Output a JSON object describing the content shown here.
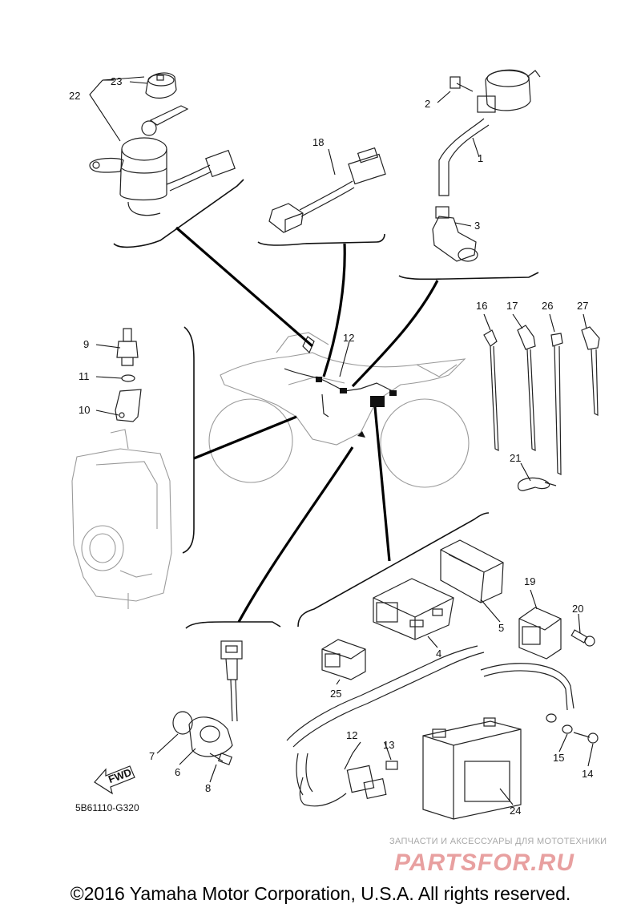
{
  "diagram": {
    "code": "5B61110-G320",
    "fwd_label": "FWD",
    "copyright": "©2016 Yamaha Motor Corporation, U.S.A. All rights reserved."
  },
  "callouts": {
    "c1": "1",
    "c2": "2",
    "c3": "3",
    "c4": "4",
    "c5": "5",
    "c6": "6",
    "c7": "7",
    "c8": "8",
    "c9": "9",
    "c10": "10",
    "c11": "11",
    "c12a": "12",
    "c12b": "12",
    "c13": "13",
    "c14": "14",
    "c15": "15",
    "c16": "16",
    "c17": "17",
    "c18": "18",
    "c19": "19",
    "c20": "20",
    "c21": "21",
    "c22": "22",
    "c23": "23",
    "c24": "24",
    "c25": "25",
    "c26": "26",
    "c27": "27"
  },
  "watermark": {
    "tagline": "ЗАПЧАСТИ И АКСЕССУАРЫ ДЛЯ МОТОТЕХНИКИ",
    "logo_text": "PARTSFOR.RU",
    "logo_color": "#e8a0a0"
  }
}
